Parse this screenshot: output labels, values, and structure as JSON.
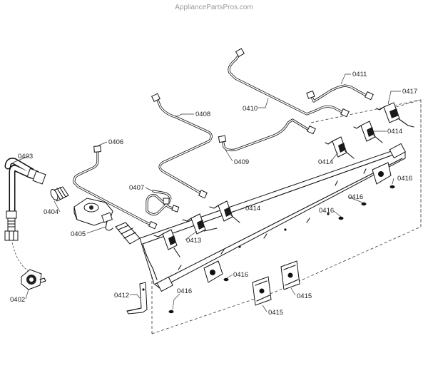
{
  "watermark": "AppliancePartsPros.com",
  "callouts": {
    "c0402": "0402",
    "c0403": "0403",
    "c0404": "0404",
    "c0405": "0405",
    "c0406": "0406",
    "c0407": "0407",
    "c0408": "0408",
    "c0409": "0409",
    "c0410": "0410",
    "c0411": "0411",
    "c0412": "0412",
    "c0413": "0413",
    "c0414a": "0414",
    "c0414b": "0414",
    "c0414c": "0414",
    "c0415a": "0415",
    "c0415b": "0415",
    "c0416a": "0416",
    "c0416b": "0416",
    "c0416c": "0416",
    "c0416d": "0416",
    "c0417": "0417"
  }
}
